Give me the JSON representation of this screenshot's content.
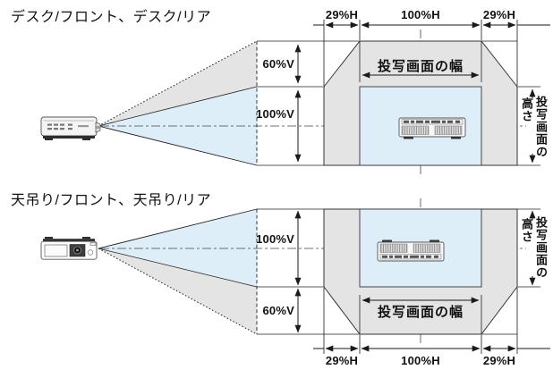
{
  "colors": {
    "offset_range_fill": "#e4e4e4",
    "projected_image_fill": "#ddeef9"
  },
  "diagrams": {
    "top": {
      "title": "デスク/フロント、デスク/リア",
      "h_offset_left": "29%H",
      "h_width": "100%H",
      "h_offset_right": "29%H",
      "v_offset": "60%V",
      "v_height": "100%V",
      "screen_width_label": "投写画面の幅",
      "screen_height_label_main": "投写画面の",
      "screen_height_label_tail": "高さ"
    },
    "bottom": {
      "title": "天吊り/フロント、天吊り/リア",
      "h_offset_left": "29%H",
      "h_width": "100%H",
      "h_offset_right": "29%H",
      "v_height": "100%V",
      "v_offset": "60%V",
      "screen_width_label": "投写画面の幅",
      "screen_height_label_main": "投写画面の",
      "screen_height_label_tail": "高さ"
    }
  }
}
